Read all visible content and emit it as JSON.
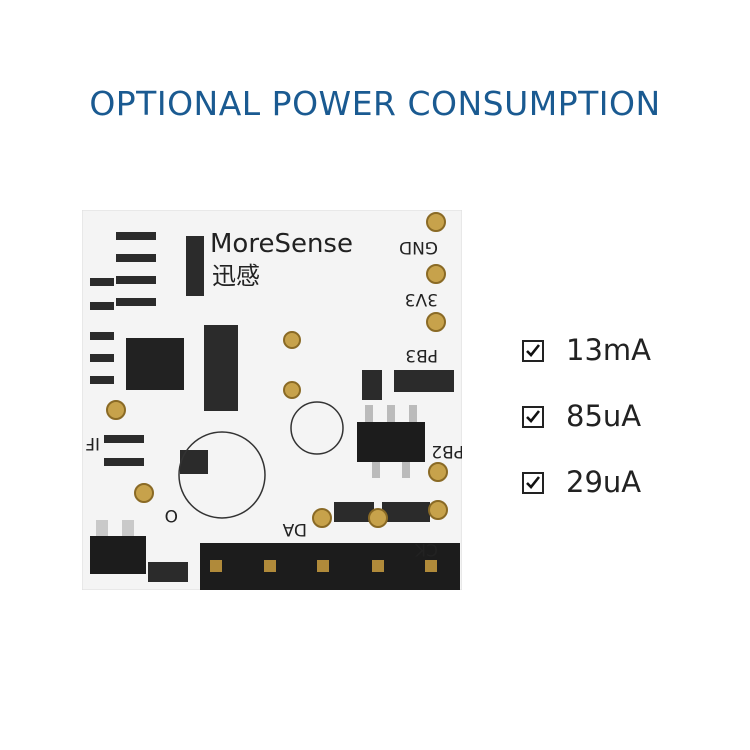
{
  "title": "OPTIONAL POWER CONSUMPTION",
  "board": {
    "brand": "MoreSense",
    "brand_cn": "迅感",
    "pin_labels": [
      "GND",
      "3V3",
      "PB3",
      "PB2",
      "DA",
      "CK",
      "O",
      "IF"
    ]
  },
  "options": [
    {
      "label": "13mA",
      "checked": true
    },
    {
      "label": "85uA",
      "checked": true
    },
    {
      "label": "29uA",
      "checked": true
    }
  ],
  "icons": {
    "check": "checkmark-icon"
  }
}
